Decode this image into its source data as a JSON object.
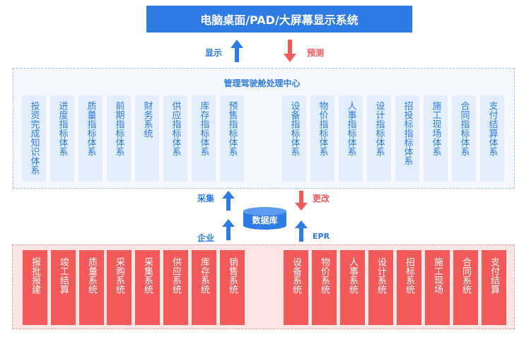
{
  "top_banner": "电脑桌面/PAD/大屏幕显示系统",
  "arrows": {
    "display": "显示",
    "forecast": "预测",
    "collect": "采集",
    "change": "更改",
    "enterprise": "企业",
    "epr": "EPR"
  },
  "center": {
    "title": "管理驾驶舱处理中心",
    "left_items": [
      "投资完成知识体系",
      "进度指标体系",
      "质量指标体系",
      "前期指标体系",
      "财务系统",
      "供应指标体系",
      "库存指标体系",
      "预售指标体系"
    ],
    "right_items": [
      "设备指标体系",
      "物价指标体系",
      "人事指标体系",
      "设计指标体系",
      "招投标指标体系",
      "施工现场体系",
      "合同指标体系",
      "支付结算体系"
    ]
  },
  "database": "数据库",
  "bottom": {
    "left_items": [
      "报批报建",
      "竣工结算",
      "质量系统",
      "采购系统",
      "采集系统",
      "供应系统",
      "库存系统",
      "销售系统"
    ],
    "right_items": [
      "设备系统",
      "物价系统",
      "人事系统",
      "设计系统",
      "招标系统",
      "施工现场",
      "合同系统",
      "支付结算"
    ]
  },
  "colors": {
    "blue": "#2e7be6",
    "red": "#f25a5a",
    "light_blue": "#e2eefb",
    "light_red": "#fbe4e4"
  }
}
